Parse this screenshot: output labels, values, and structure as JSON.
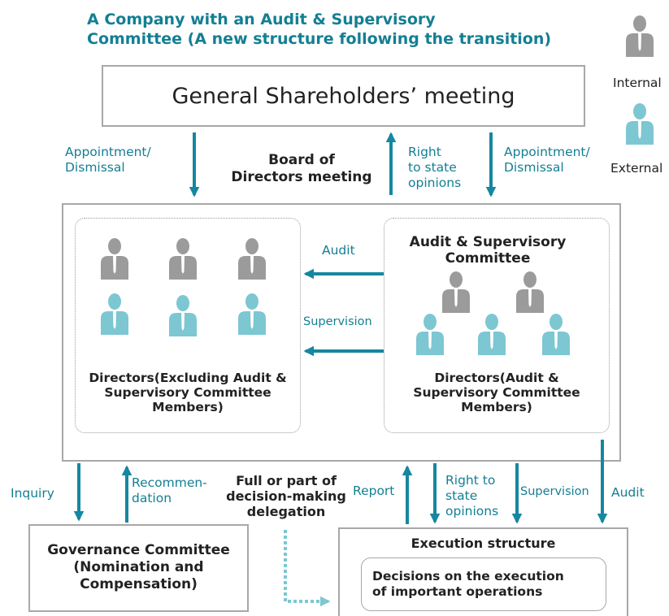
{
  "title": {
    "line1": "A Company with an Audit & Supervisory",
    "line2": "Committee (A new structure following the transition)"
  },
  "legend": {
    "internal": "Internal",
    "external": "External"
  },
  "shareholders": "General Shareholders’ meeting",
  "board": {
    "line1": "Board of",
    "line2": "Directors meeting"
  },
  "labels": {
    "appointment_left": {
      "line1": "Appointment/",
      "line2": "Dismissal"
    },
    "right_state": {
      "line1": "Right",
      "line2": "to state",
      "line3": "opinions"
    },
    "appointment_right": {
      "line1": "Appointment/",
      "line2": "Dismissal"
    },
    "audit": "Audit",
    "supervision": "Supervision",
    "inquiry": "Inquiry",
    "recommendation": {
      "line1": "Recommen-",
      "line2": "dation"
    },
    "delegation": {
      "line1": "Full or part of",
      "line2": "decision-making",
      "line3": "delegation"
    },
    "report": "Report",
    "right_to_state": {
      "line1": "Right to",
      "line2": "state",
      "line3": "opinions"
    },
    "supervision_bottom": "Supervision",
    "audit_bottom": "Audit"
  },
  "directors_left": {
    "line1": "Directors(Excluding Audit &",
    "line2": "Supervisory Committee",
    "line3": "Members)"
  },
  "audit_committee": {
    "title1": "Audit & Supervisory",
    "title2": "Committee",
    "line1": "Directors(Audit &",
    "line2": "Supervisory Committee",
    "line3": "Members)"
  },
  "governance": {
    "line1": "Governance Committee",
    "line2": "(Nomination and",
    "line3": "Compensation)"
  },
  "execution": {
    "title": "Execution structure",
    "line1": "Decisions on the execution",
    "line2": "of important  operations"
  },
  "colors": {
    "internal": "#9b9b9b",
    "external": "#7cc7d2",
    "accent": "#137f93",
    "arrow": "#1687a0"
  }
}
